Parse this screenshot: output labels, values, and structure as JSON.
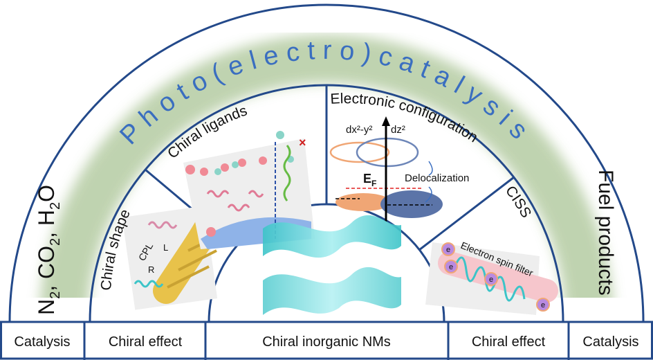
{
  "title": "Photo(electro)catalysis",
  "left_reactants": {
    "n": "N",
    "n_sub": "2",
    "sep1": ", CO",
    "co_sub": "2",
    "sep2": ", H",
    "h_sub": "2",
    "o": "O"
  },
  "right_products": "Fuel products",
  "sectors": {
    "chiral_shape": "Chiral shape",
    "chiral_ligands": "Chiral ligands",
    "electronic_configuration": "Electronic configuration",
    "ciss": "CISS"
  },
  "inset_labels": {
    "cpl": "CPL",
    "l": "L",
    "r": "R",
    "dx2y2": "dx²-y²",
    "dz2": "dz²",
    "ef": "E",
    "ef_sub": "F",
    "delocalization": "Delocalization",
    "electron_spin_filter": "Electron spin filter",
    "electron": "e"
  },
  "bottom_bar": [
    "Catalysis",
    "Chiral effect",
    "Chiral inorganic NMs",
    "Chiral effect",
    "Catalysis"
  ],
  "colors": {
    "frame": "#23498a",
    "band": "#b9cfa8",
    "title": "#3a6ec0",
    "helix": "#5fd3d6",
    "gold": "#e8c24a",
    "orange": "#f0a675",
    "blue": "#5b74a8"
  }
}
